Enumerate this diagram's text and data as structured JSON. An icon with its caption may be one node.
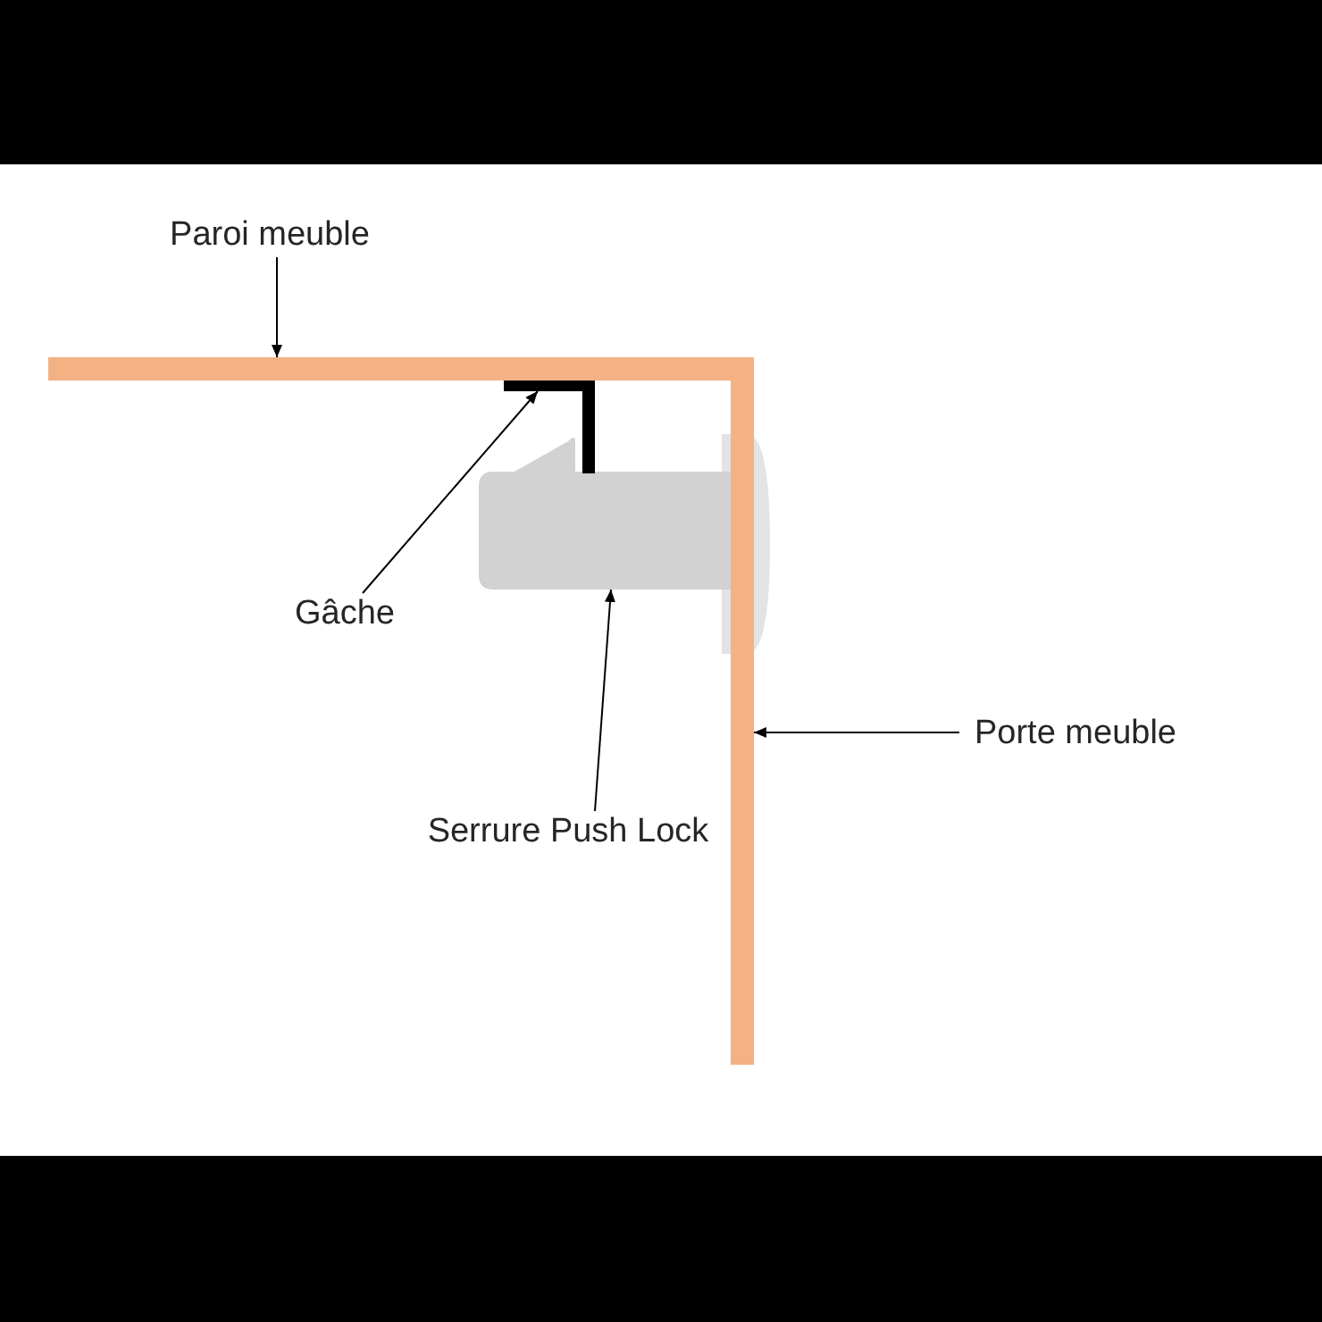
{
  "diagram": {
    "nodes": [
      {
        "text": [
          "Paroi meuble"
        ]
      },
      {
        "text": [],
        "shape": "bar"
      },
      {
        "text": [
          "Gâche"
        ]
      },
      {
        "text": [],
        "shape": "bracket"
      },
      {
        "text": [
          "Serrure Push Lock"
        ]
      },
      {
        "text": [],
        "shape": "box"
      },
      {
        "text": [
          "Porte meuble"
        ]
      },
      {
        "text": [],
        "shape": "bar"
      }
    ],
    "edges": [
      {
        "from": 0,
        "to": 1,
        "arrow": "to"
      },
      {
        "from": 2,
        "to": 3,
        "arrow": "to"
      },
      {
        "from": 4,
        "to": 5,
        "arrow": "to"
      },
      {
        "from": 6,
        "to": 7,
        "arrow": "to"
      }
    ]
  }
}
